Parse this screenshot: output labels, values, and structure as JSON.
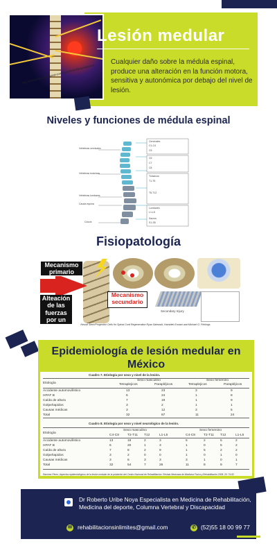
{
  "header": {
    "title": "Lesión medular",
    "description": "Cualquier daño sobre la médula espinal, produce una alteración en la función motora, sensitiva y autonómica por debajo del nivel de lesión.",
    "image_credit": "http://stockphoto.com/spinal-cord-injury/medulla/spinal/nerve"
  },
  "levels": {
    "heading": "Niveles y funciones de médula espinal",
    "left_labels": [
      "Vértebras cervicales",
      "Vértebras torácicas",
      "Vértebras lumbares",
      "Cauda equina",
      "Cóccix"
    ],
    "right_labels": [
      "Cervicales",
      "C1-C4",
      "C5",
      "C6",
      "C7",
      "C8",
      "Torácicos",
      "T1-T5",
      "T6-T12",
      "Lumbares",
      "L1-L5",
      "Sacros",
      "S1-S5"
    ]
  },
  "pathophysiology": {
    "heading": "Fisiopatología",
    "mechanism_primary": "Mecanismo primario",
    "force_alteration": "Alteación de las fuerzas por un trauma",
    "mechanism_secondary": "Mecanismo secundario",
    "secondary_injury": "Secondary Injury",
    "caption": "Neural Stem/Progenitor Cells for Spinal Cord Regeneration Ryan Salewski, Hamideh Emrani and Michael G. Fehlings"
  },
  "epidemiology": {
    "heading": "Epidemiología de lesión medular en México",
    "table1": {
      "title": "Cuadro 7. Etiología por sexo y nivel de la lesión.",
      "group_male": "Sexo masculino",
      "group_female": "Sexo femenino",
      "subheaders": [
        "Tetraplejicos",
        "Parapléjicos",
        "Tetraplejicos",
        "Parapléjicos"
      ],
      "row_header": "Etiología",
      "rows": [
        {
          "label": "Accidente automovilístico",
          "values": [
            "13",
            "23",
            "3",
            "9"
          ]
        },
        {
          "label": "HPAF B",
          "values": [
            "6",
            "24",
            "1",
            "8"
          ]
        },
        {
          "label": "Caída de altura",
          "values": [
            "7",
            "19",
            "1",
            "9"
          ]
        },
        {
          "label": "Golpe/tapidos",
          "values": [
            "3",
            "2",
            "1",
            "1"
          ]
        },
        {
          "label": "Causas médicas",
          "values": [
            "3",
            "12",
            "3",
            "5"
          ]
        },
        {
          "label": "Total",
          "values": [
            "32",
            "87",
            "11",
            "24"
          ]
        }
      ]
    },
    "table2": {
      "title": "Cuadro 8. Etiología por sexo y nivel neurológico de la lesión.",
      "group_male": "Sexo masculino",
      "group_female": "Sexo femenino",
      "subheaders": [
        "C4-C8",
        "T2-T11",
        "T12",
        "L1-L5",
        "C4-C8",
        "T2-T11",
        "T12",
        "L1-L5"
      ],
      "row_header": "Etiología",
      "rows": [
        {
          "label": "Accidente automovilístico",
          "values": [
            "13",
            "18",
            "2",
            "3",
            "5",
            "2",
            "5",
            "2"
          ]
        },
        {
          "label": "HPAF B",
          "values": [
            "6",
            "20",
            "1",
            "3",
            "1",
            "0",
            "6",
            "2"
          ]
        },
        {
          "label": "Caída de altura",
          "values": [
            "7",
            "8",
            "2",
            "9",
            "1",
            "5",
            "2",
            "2"
          ]
        },
        {
          "label": "Golpe/tapidos",
          "values": [
            "3",
            "2",
            "0",
            "0",
            "1",
            "0",
            "1",
            "0"
          ]
        },
        {
          "label": "Causas médicas",
          "values": [
            "3",
            "6",
            "3",
            "3",
            "3",
            "1",
            "0",
            "1"
          ]
        },
        {
          "label": "Total",
          "values": [
            "32",
            "54",
            "7",
            "26",
            "11",
            "8",
            "9",
            "7"
          ]
        }
      ]
    },
    "source": "Ramírez Pérez, Aspectos epidemiológicos de la lesión medular de la población del Centro Nacional de Rehabilitación. Revista Mexicana de Medicina Física y Rehabilitación 2008; 20: 74-82"
  },
  "footer": {
    "author": "Dr Roberto Uribe Noya Especialista en Medicina de Rehabilitación, Medicina del deporte, Columna Vertebral y Discapacidad",
    "email": "rehabilitacionsinlimites@gmail.com",
    "phone": "(52)55 18 00 99 77",
    "email_icon": "envelope-icon",
    "phone_icon": "whatsapp-icon"
  },
  "colors": {
    "accent_green": "#c9dc2a",
    "navy": "#1c2552",
    "red": "#d9231f",
    "yellow": "#f7d71c"
  }
}
